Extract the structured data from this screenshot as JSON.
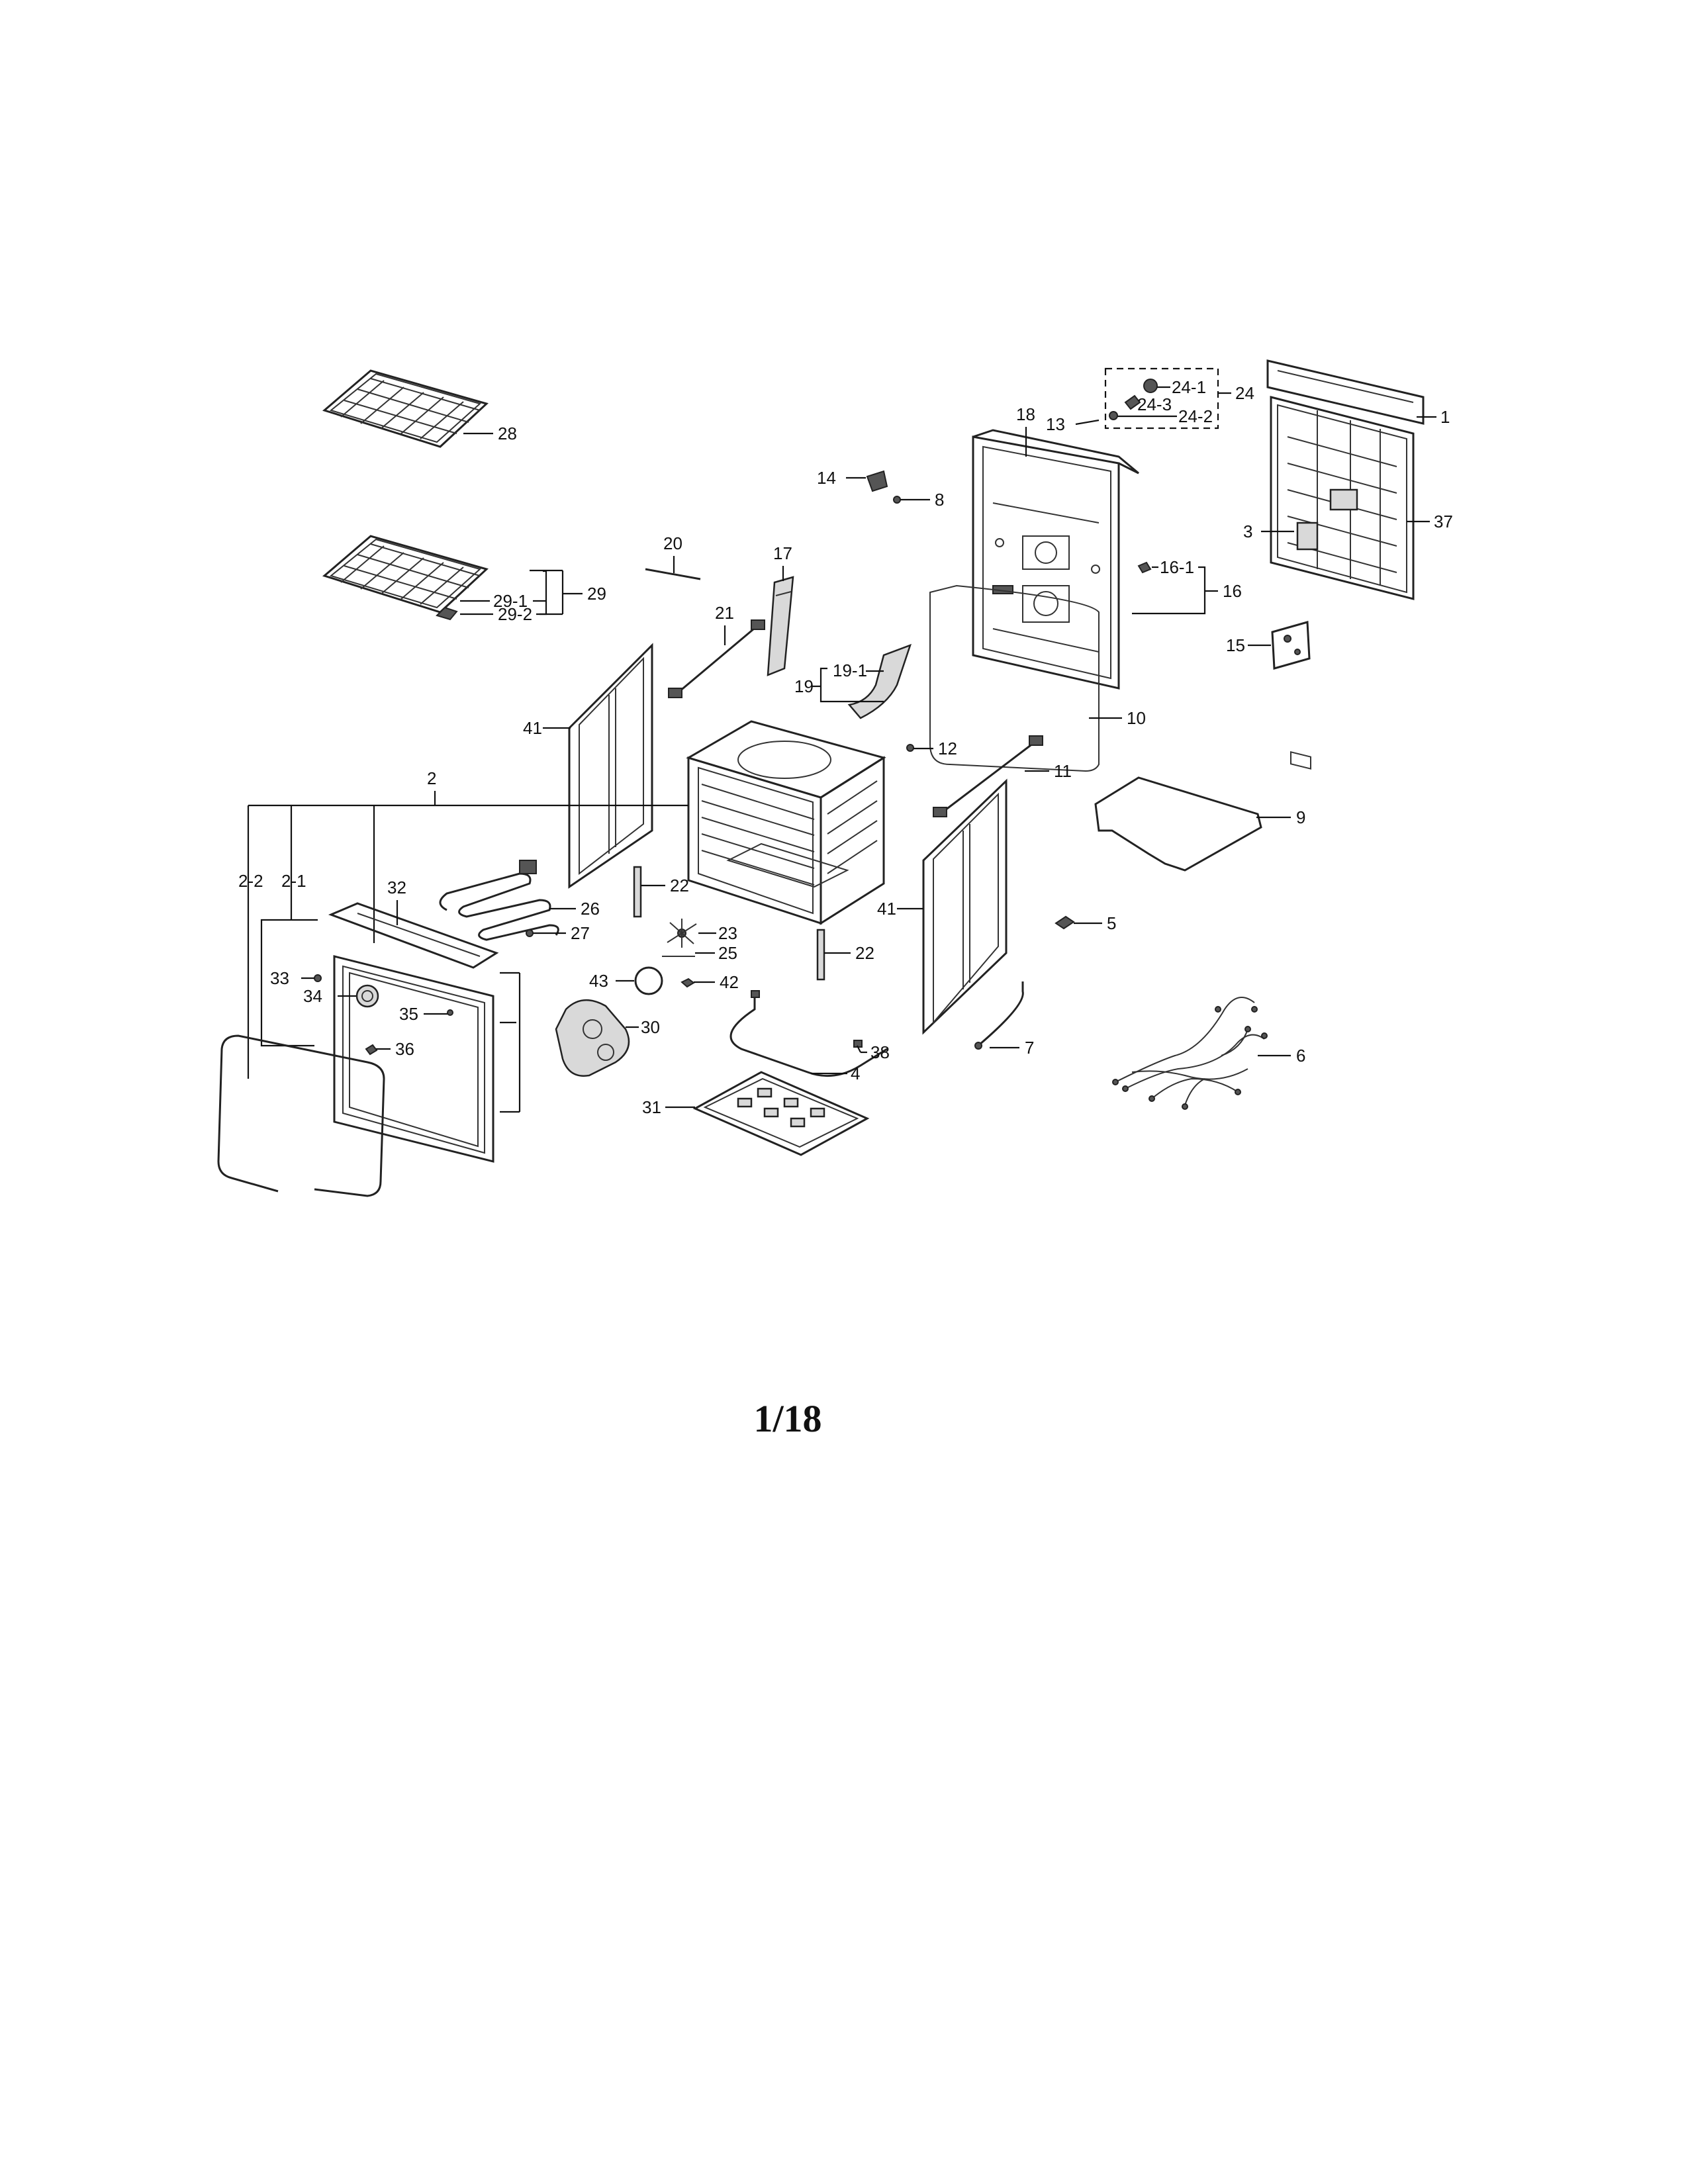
{
  "page_number": "1/18",
  "callouts": {
    "c1": "1",
    "c2": "2",
    "c2_1": "2-1",
    "c2_2": "2-2",
    "c3": "3",
    "c4": "4",
    "c5": "5",
    "c6": "6",
    "c7": "7",
    "c8": "8",
    "c9": "9",
    "c10": "10",
    "c11": "11",
    "c12": "12",
    "c13": "13",
    "c14": "14",
    "c15": "15",
    "c16": "16",
    "c16_1": "16-1",
    "c17": "17",
    "c18": "18",
    "c19": "19",
    "c19_1": "19-1",
    "c20": "20",
    "c21": "21",
    "c22a": "22",
    "c22b": "22",
    "c23": "23",
    "c24": "24",
    "c24_1": "24-1",
    "c24_2": "24-2",
    "c24_3": "24-3",
    "c25": "25",
    "c26": "26",
    "c27": "27",
    "c28": "28",
    "c29": "29",
    "c29_1": "29-1",
    "c29_2": "29-2",
    "c30": "30",
    "c31": "31",
    "c32": "32",
    "c33": "33",
    "c34": "34",
    "c35": "35",
    "c36": "36",
    "c37": "37",
    "c38": "38",
    "c41a": "41",
    "c41b": "41",
    "c42": "42",
    "c43": "43"
  }
}
